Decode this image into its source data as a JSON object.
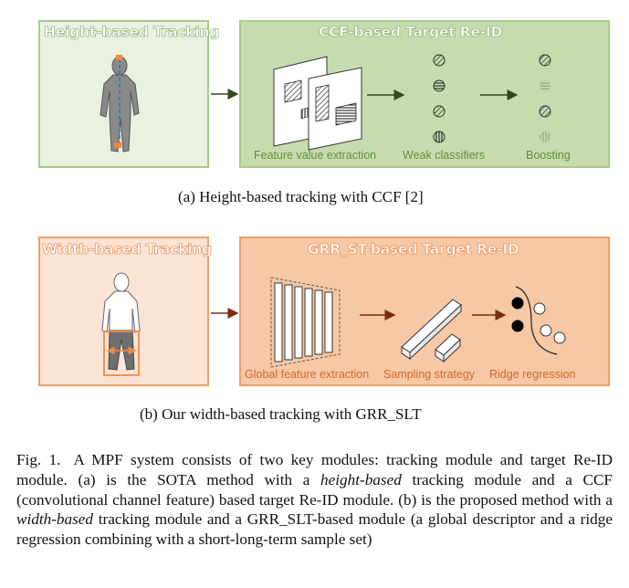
{
  "panel_a": {
    "tracking_title": "Height-based Tracking",
    "reid_title": "CCF-based Target Re-ID",
    "labels": {
      "feature": "Feature value extraction",
      "weak": "Weak classifiers",
      "boost": "Boosting"
    },
    "caption": "(a)  Height-based tracking with CCF [2]"
  },
  "panel_b": {
    "tracking_title": "Width-based Tracking",
    "reid_title": "GRR_ST-based Target Re-ID",
    "labels": {
      "global": "Global feature extraction",
      "sampling": "Sampling strategy",
      "ridge": "Ridge regression"
    },
    "caption": "(b)  Our width-based tracking with GRR_SLT"
  },
  "figure_caption": {
    "label": "Fig. 1.",
    "text_1": "A MPF system consists of two key modules: tracking module and target Re-ID module. (a) is the SOTA method with a ",
    "em_1": "height-based",
    "text_2": " tracking module and a CCF (convolutional channel feature) based target Re-ID module. (b) is the proposed method with a ",
    "em_2": "width-based",
    "text_3": " tracking module and a GRR_SLT-based module (a global descriptor and a ridge regression combining with a short-long-term sample set)"
  },
  "colors": {
    "green_light": "#e9f1df",
    "green_dark": "#c6dcae",
    "orange_light": "#fbe4d5",
    "orange_dark": "#f6c8a5"
  }
}
